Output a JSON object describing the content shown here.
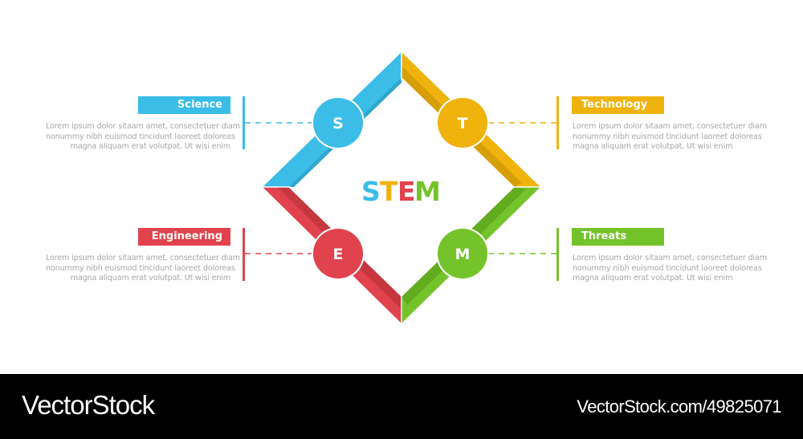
{
  "diagram": {
    "title": "STEM",
    "title_letters": [
      {
        "char": "S",
        "color": "#3bbde8"
      },
      {
        "char": "T",
        "color": "#f0b30e"
      },
      {
        "char": "E",
        "color": "#e0434d"
      },
      {
        "char": "M",
        "color": "#75c32a"
      }
    ],
    "colors": {
      "science": "#3bbde8",
      "science_dark": "#2ea7cf",
      "technology": "#f0b30e",
      "technology_dark": "#d79e07",
      "engineering": "#e0434d",
      "engineering_dark": "#c73740",
      "threats": "#75c32a",
      "threats_dark": "#63ab1f"
    },
    "items": [
      {
        "letter": "S",
        "label": "Science",
        "color": "#3bbde8",
        "side": "left",
        "description": [
          "Lorem ipsum dolor sitaam amet, consectetuer diam",
          "nonummy  nibh euismod tincidunt laoreet doloreas",
          "magna aliquam erat volutpat. Ut wisi enim"
        ]
      },
      {
        "letter": "T",
        "label": "Technology",
        "color": "#f0b30e",
        "side": "right",
        "description": [
          "Lorem ipsum dolor sitaam amet, consectetuer diam",
          "nonummy  nibh euismod tincidunt laoreet doloreas",
          "magna aliquam erat volutpat. Ut wisi enim"
        ]
      },
      {
        "letter": "E",
        "label": "Engineering",
        "color": "#e0434d",
        "side": "left",
        "description": [
          "Lorem ipsum dolor sitaam amet, consectetuer diam",
          "nonummy  nibh euismod tincidunt laoreet doloreas",
          "magna aliquam erat volutpat. Ut wisi enim"
        ]
      },
      {
        "letter": "M",
        "label": "Threats",
        "color": "#75c32a",
        "side": "right",
        "description": [
          "Lorem ipsum dolor sitaam amet, consectetuer diam",
          "nonummy  nibh euismod tincidunt laoreet doloreas",
          "magna aliquam erat volutpat. Ut wisi enim"
        ]
      }
    ]
  },
  "footer": {
    "brand": "VectorStock",
    "url": "VectorStock.com/49825071"
  }
}
